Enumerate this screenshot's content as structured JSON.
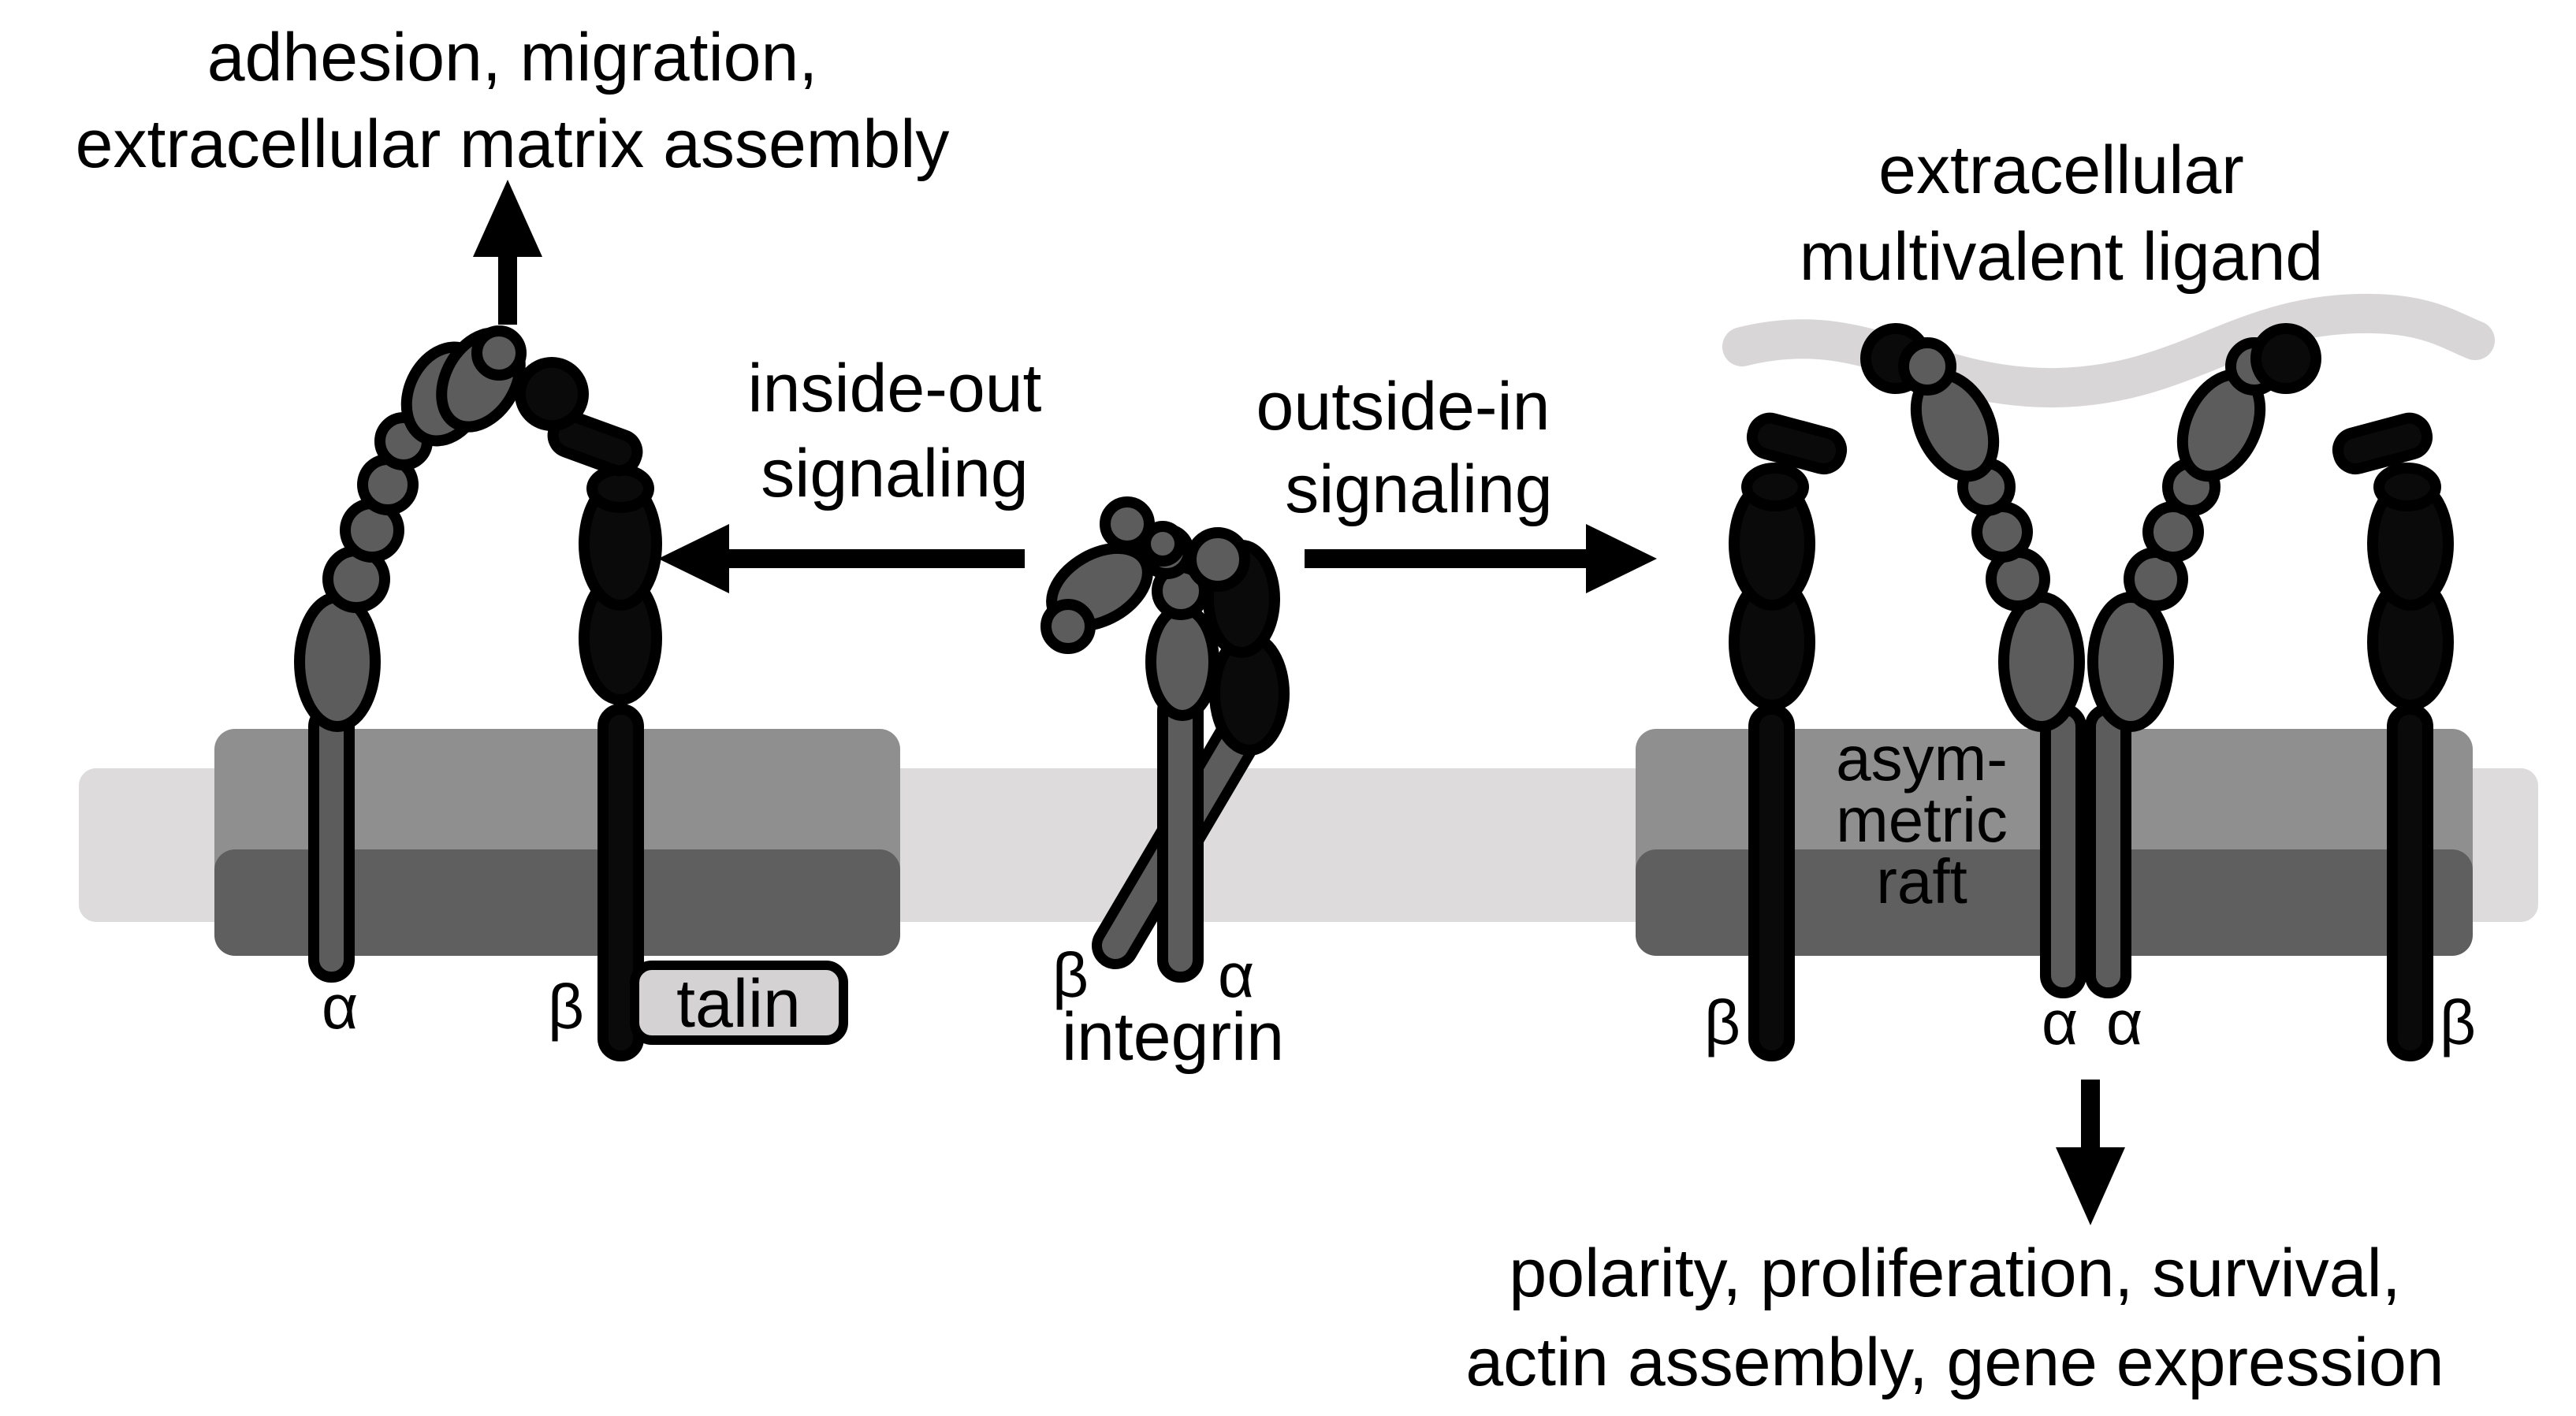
{
  "colors": {
    "membrane": "#dddbdb",
    "raft_top": "#8f8f8f",
    "raft_bottom": "#5f5f5f",
    "alpha_domain": "#5c5c5c",
    "beta_domain": "#0a0a0a",
    "domain_outline": "#000000",
    "ligand": "#d8d6d6",
    "talin_fill": "#d4d2d2"
  },
  "labels": {
    "top_left_outcome_line1": "adhesion, migration,",
    "top_left_outcome_line2": "extracellular matrix assembly",
    "inside_out_line1": "inside-out",
    "inside_out_line2": "signaling",
    "outside_in_line1": "outside-in",
    "outside_in_line2": "signaling",
    "ligand_line1": "extracellular",
    "ligand_line2": "multivalent ligand",
    "raft_line1": "asym-",
    "raft_line2": "metric",
    "raft_line3": "raft",
    "talin": "talin",
    "integrin": "integrin",
    "alpha": "α",
    "beta": "β",
    "bottom_right_outcome_line1": "polarity, proliferation, survival,",
    "bottom_right_outcome_line2": "actin assembly, gene expression"
  },
  "icons": [
    "arrow-up-icon",
    "arrow-left-icon",
    "arrow-right-icon",
    "arrow-down-icon"
  ]
}
